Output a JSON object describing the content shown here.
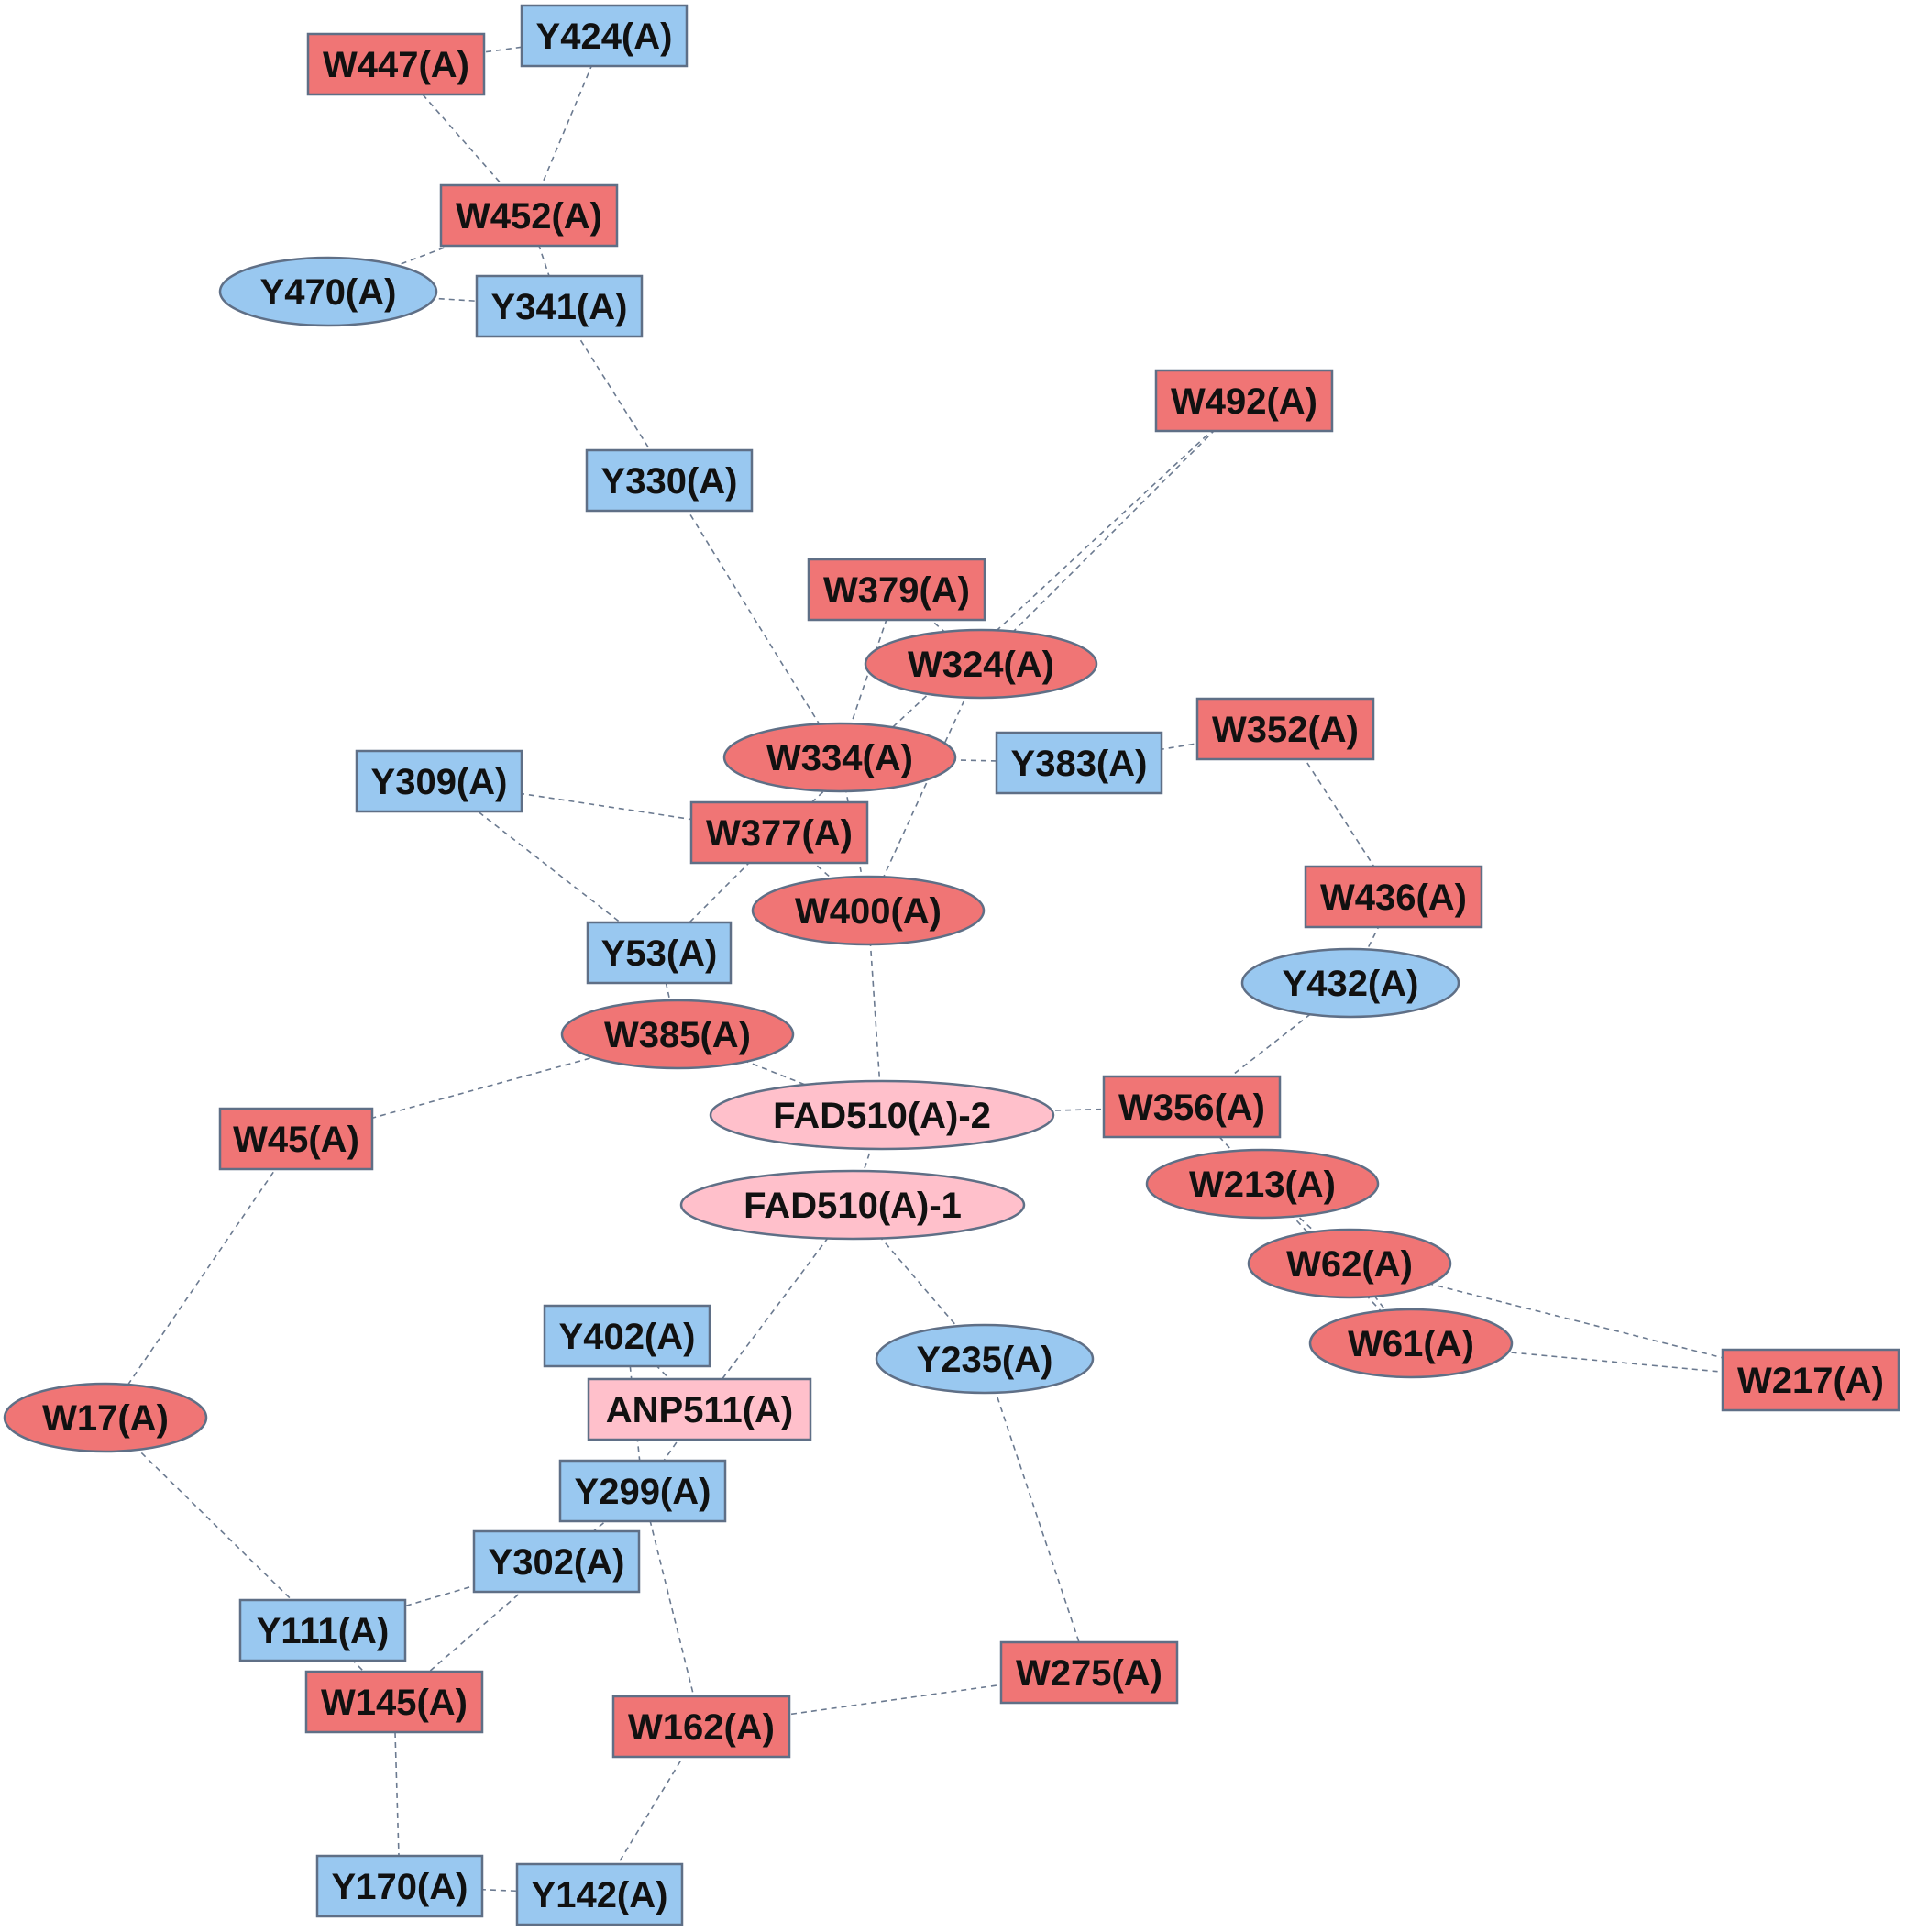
{
  "colors": {
    "tryptophan": "#f07575",
    "tyrosine": "#99c8f0",
    "ligand": "#ffc0cb",
    "edge": "#6b7a90",
    "border": "#5f6f86"
  },
  "nodes": [
    {
      "id": "W447",
      "label": "W447(A)",
      "shape": "rect",
      "kind": "tryptophan"
    },
    {
      "id": "Y424",
      "label": "Y424(A)",
      "shape": "rect",
      "kind": "tyrosine"
    },
    {
      "id": "W452",
      "label": "W452(A)",
      "shape": "rect",
      "kind": "tryptophan"
    },
    {
      "id": "Y470",
      "label": "Y470(A)",
      "shape": "ellipse",
      "kind": "tyrosine"
    },
    {
      "id": "Y341",
      "label": "Y341(A)",
      "shape": "rect",
      "kind": "tyrosine"
    },
    {
      "id": "W492",
      "label": "W492(A)",
      "shape": "rect",
      "kind": "tryptophan"
    },
    {
      "id": "Y330",
      "label": "Y330(A)",
      "shape": "rect",
      "kind": "tyrosine"
    },
    {
      "id": "W379",
      "label": "W379(A)",
      "shape": "rect",
      "kind": "tryptophan"
    },
    {
      "id": "W324",
      "label": "W324(A)",
      "shape": "ellipse",
      "kind": "tryptophan"
    },
    {
      "id": "W352",
      "label": "W352(A)",
      "shape": "rect",
      "kind": "tryptophan"
    },
    {
      "id": "W334",
      "label": "W334(A)",
      "shape": "ellipse",
      "kind": "tryptophan"
    },
    {
      "id": "Y383",
      "label": "Y383(A)",
      "shape": "rect",
      "kind": "tyrosine"
    },
    {
      "id": "Y309",
      "label": "Y309(A)",
      "shape": "rect",
      "kind": "tyrosine"
    },
    {
      "id": "W377",
      "label": "W377(A)",
      "shape": "rect",
      "kind": "tryptophan"
    },
    {
      "id": "W436",
      "label": "W436(A)",
      "shape": "rect",
      "kind": "tryptophan"
    },
    {
      "id": "W400",
      "label": "W400(A)",
      "shape": "ellipse",
      "kind": "tryptophan"
    },
    {
      "id": "Y53",
      "label": "Y53(A)",
      "shape": "rect",
      "kind": "tyrosine"
    },
    {
      "id": "Y432",
      "label": "Y432(A)",
      "shape": "ellipse",
      "kind": "tyrosine"
    },
    {
      "id": "W385",
      "label": "W385(A)",
      "shape": "ellipse",
      "kind": "tryptophan"
    },
    {
      "id": "FAD2",
      "label": "FAD510(A)-2",
      "shape": "ellipse",
      "kind": "ligand"
    },
    {
      "id": "W356",
      "label": "W356(A)",
      "shape": "rect",
      "kind": "tryptophan"
    },
    {
      "id": "W45",
      "label": "W45(A)",
      "shape": "rect",
      "kind": "tryptophan"
    },
    {
      "id": "W213",
      "label": "W213(A)",
      "shape": "ellipse",
      "kind": "tryptophan"
    },
    {
      "id": "FAD1",
      "label": "FAD510(A)-1",
      "shape": "ellipse",
      "kind": "ligand"
    },
    {
      "id": "W62",
      "label": "W62(A)",
      "shape": "ellipse",
      "kind": "tryptophan"
    },
    {
      "id": "Y402",
      "label": "Y402(A)",
      "shape": "rect",
      "kind": "tyrosine"
    },
    {
      "id": "W61",
      "label": "W61(A)",
      "shape": "ellipse",
      "kind": "tryptophan"
    },
    {
      "id": "Y235",
      "label": "Y235(A)",
      "shape": "ellipse",
      "kind": "tyrosine"
    },
    {
      "id": "W217",
      "label": "W217(A)",
      "shape": "rect",
      "kind": "tryptophan"
    },
    {
      "id": "ANP511",
      "label": "ANP511(A)",
      "shape": "rect",
      "kind": "ligand"
    },
    {
      "id": "W17",
      "label": "W17(A)",
      "shape": "ellipse",
      "kind": "tryptophan"
    },
    {
      "id": "Y299",
      "label": "Y299(A)",
      "shape": "rect",
      "kind": "tyrosine"
    },
    {
      "id": "Y302",
      "label": "Y302(A)",
      "shape": "rect",
      "kind": "tyrosine"
    },
    {
      "id": "Y111",
      "label": "Y111(A)",
      "shape": "rect",
      "kind": "tyrosine"
    },
    {
      "id": "W145",
      "label": "W145(A)",
      "shape": "rect",
      "kind": "tryptophan"
    },
    {
      "id": "W275",
      "label": "W275(A)",
      "shape": "rect",
      "kind": "tryptophan"
    },
    {
      "id": "W162",
      "label": "W162(A)",
      "shape": "rect",
      "kind": "tryptophan"
    },
    {
      "id": "Y170",
      "label": "Y170(A)",
      "shape": "rect",
      "kind": "tyrosine"
    },
    {
      "id": "Y142",
      "label": "Y142(A)",
      "shape": "rect",
      "kind": "tyrosine"
    }
  ],
  "edges": [
    [
      "W447",
      "Y424"
    ],
    [
      "W447",
      "W452"
    ],
    [
      "Y424",
      "W452"
    ],
    [
      "W452",
      "Y470"
    ],
    [
      "W452",
      "Y341"
    ],
    [
      "Y470",
      "Y341"
    ],
    [
      "Y341",
      "Y330"
    ],
    [
      "Y330",
      "W334"
    ],
    [
      "W379",
      "W324"
    ],
    [
      "W379",
      "W334"
    ],
    [
      "W492",
      "W324"
    ],
    [
      "W492",
      "W377"
    ],
    [
      "W324",
      "W400"
    ],
    [
      "W334",
      "Y383"
    ],
    [
      "W334",
      "W400"
    ],
    [
      "Y383",
      "W352"
    ],
    [
      "W352",
      "W436"
    ],
    [
      "W436",
      "Y432"
    ],
    [
      "Y432",
      "W356"
    ],
    [
      "W356",
      "FAD2"
    ],
    [
      "W356",
      "W213"
    ],
    [
      "Y309",
      "W377"
    ],
    [
      "Y309",
      "Y53"
    ],
    [
      "W377",
      "Y53"
    ],
    [
      "W377",
      "W400"
    ],
    [
      "W400",
      "FAD2"
    ],
    [
      "Y53",
      "W385"
    ],
    [
      "W385",
      "FAD2"
    ],
    [
      "W385",
      "W45"
    ],
    [
      "W45",
      "W17"
    ],
    [
      "FAD2",
      "FAD1"
    ],
    [
      "FAD1",
      "ANP511"
    ],
    [
      "FAD1",
      "Y235"
    ],
    [
      "W213",
      "W62"
    ],
    [
      "W213",
      "W61"
    ],
    [
      "W62",
      "W61"
    ],
    [
      "W62",
      "W217"
    ],
    [
      "W61",
      "W217"
    ],
    [
      "Y402",
      "ANP511"
    ],
    [
      "Y402",
      "Y299"
    ],
    [
      "ANP511",
      "Y299"
    ],
    [
      "Y235",
      "W275"
    ],
    [
      "W17",
      "Y111"
    ],
    [
      "Y299",
      "Y302"
    ],
    [
      "Y299",
      "W162"
    ],
    [
      "Y302",
      "Y111"
    ],
    [
      "Y302",
      "W145"
    ],
    [
      "Y111",
      "W145"
    ],
    [
      "W145",
      "Y170"
    ],
    [
      "W162",
      "W275"
    ],
    [
      "W162",
      "Y142"
    ],
    [
      "Y170",
      "Y142"
    ]
  ]
}
